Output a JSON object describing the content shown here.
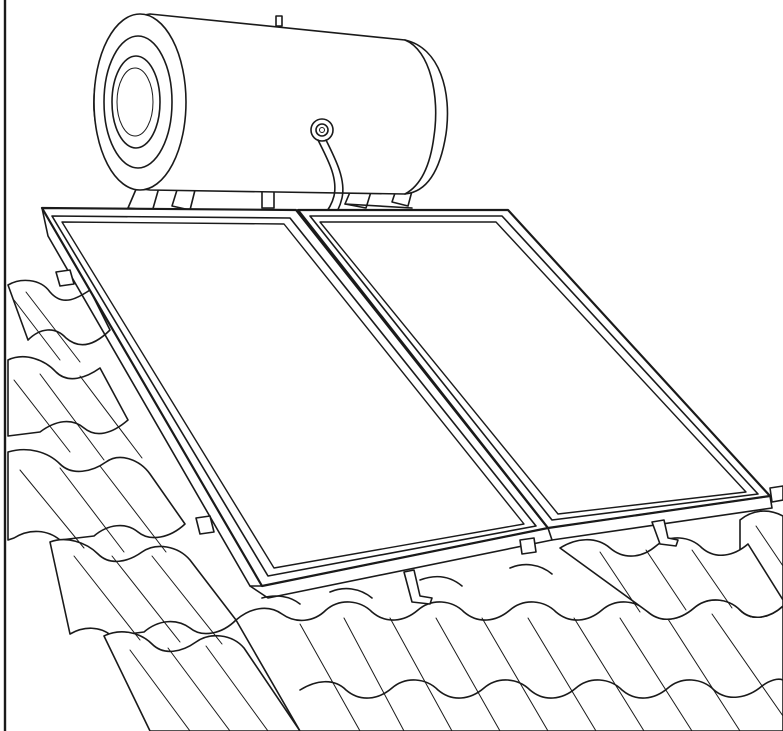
{
  "illustration": {
    "subject": "thermosiphon-solar-water-heater",
    "parts": [
      "hot-water-tank",
      "tank-support-brackets",
      "connection-hose",
      "solar-collector-panel",
      "solar-collector-panel",
      "panel-mounting-brackets",
      "clay-roof-tiles"
    ],
    "colors": {
      "line": "#1a1a1a",
      "background": "#ffffff"
    }
  }
}
